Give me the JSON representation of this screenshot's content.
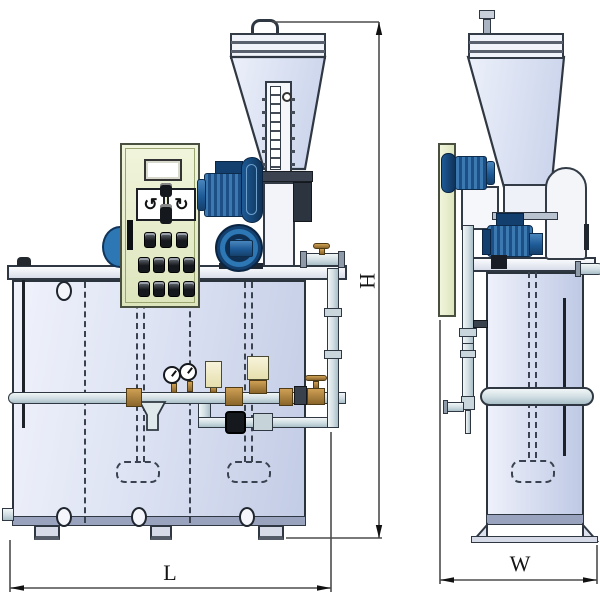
{
  "diagram": {
    "type": "technical-drawing",
    "subject": "polymer dosing / chemical preparation unit, front and side elevation",
    "dimension_labels": {
      "height": "H",
      "length": "L",
      "width": "W"
    },
    "panel_glyphs": {
      "dial_left": "↺",
      "dial_right": "↻"
    },
    "colors": {
      "outline": "#2f3842",
      "tank_fill_light": "#f0f2fb",
      "tank_fill_dark": "#c3cce6",
      "panel_fill": "#eff3da",
      "motor_blue": "#2e6fae",
      "motor_blue_dark": "#123f6d",
      "brass": "#a97f3c",
      "instrument_cream": "#f0ead8",
      "pipe_fill": "#dfe9ec",
      "dimension_line": "#4d4d4d"
    }
  }
}
